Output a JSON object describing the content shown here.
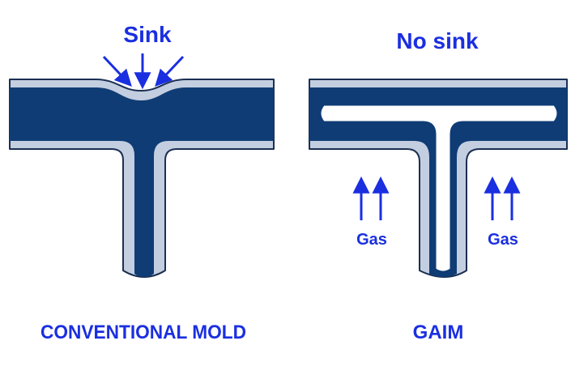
{
  "colors": {
    "core": "#0f3c75",
    "skin": "#c3cee0",
    "outline": "#1b2f52",
    "label": "#1a2fe0",
    "gas_channel": "#ffffff"
  },
  "left_panel": {
    "top_label": "Sink",
    "bottom_label": "CONVENTIONAL MOLD"
  },
  "right_panel": {
    "top_label": "No sink",
    "bottom_label": "GAIM",
    "gas_left_label": "Gas",
    "gas_right_label": "Gas"
  }
}
